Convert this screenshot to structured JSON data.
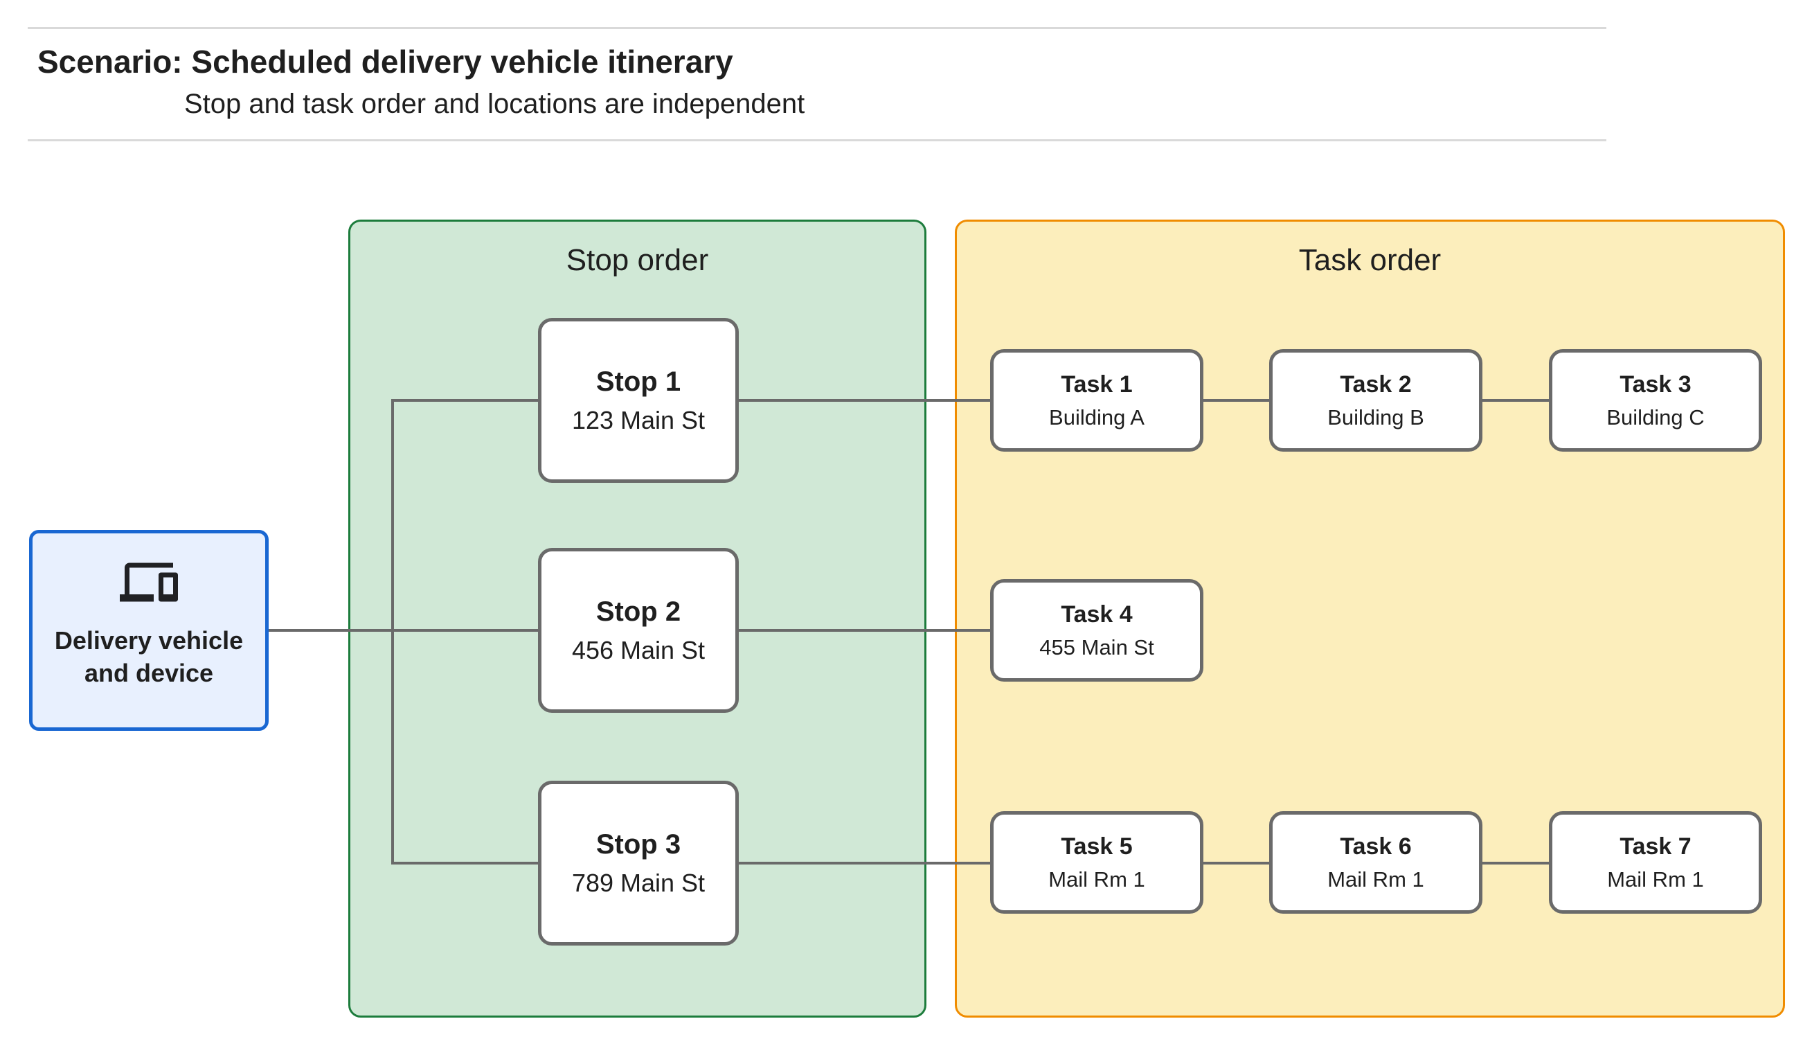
{
  "header": {
    "title": "Scenario: Scheduled delivery vehicle itinerary",
    "subtitle": "Stop and task order and locations are independent"
  },
  "vehicle": {
    "label": "Delivery vehicle and device",
    "icon": "devices-icon"
  },
  "groups": {
    "stop_order": {
      "label": "Stop order"
    },
    "task_order": {
      "label": "Task order"
    }
  },
  "stops": [
    {
      "title": "Stop 1",
      "subtitle": "123 Main St"
    },
    {
      "title": "Stop 2",
      "subtitle": "456 Main St"
    },
    {
      "title": "Stop 3",
      "subtitle": "789 Main St"
    }
  ],
  "tasks": [
    {
      "title": "Task 1",
      "subtitle": "Building A"
    },
    {
      "title": "Task 2",
      "subtitle": "Building B"
    },
    {
      "title": "Task 3",
      "subtitle": "Building C"
    },
    {
      "title": "Task 4",
      "subtitle": "455 Main St"
    },
    {
      "title": "Task 5",
      "subtitle": "Mail Rm 1"
    },
    {
      "title": "Task 6",
      "subtitle": "Mail Rm 1"
    },
    {
      "title": "Task 7",
      "subtitle": "Mail Rm 1"
    }
  ],
  "colors": {
    "vehicle_border": "#1967d2",
    "vehicle_fill": "#e8f0fe",
    "stop_group_border": "#1c7c3c",
    "stop_group_fill": "#d0e8d6",
    "task_group_border": "#f08c00",
    "task_group_fill": "#fceebc",
    "node_border": "#6a6a6a",
    "node_fill": "#ffffff",
    "connector": "#6a6a6a",
    "divider": "#d9d9d9",
    "text": "#1f1f1f"
  }
}
